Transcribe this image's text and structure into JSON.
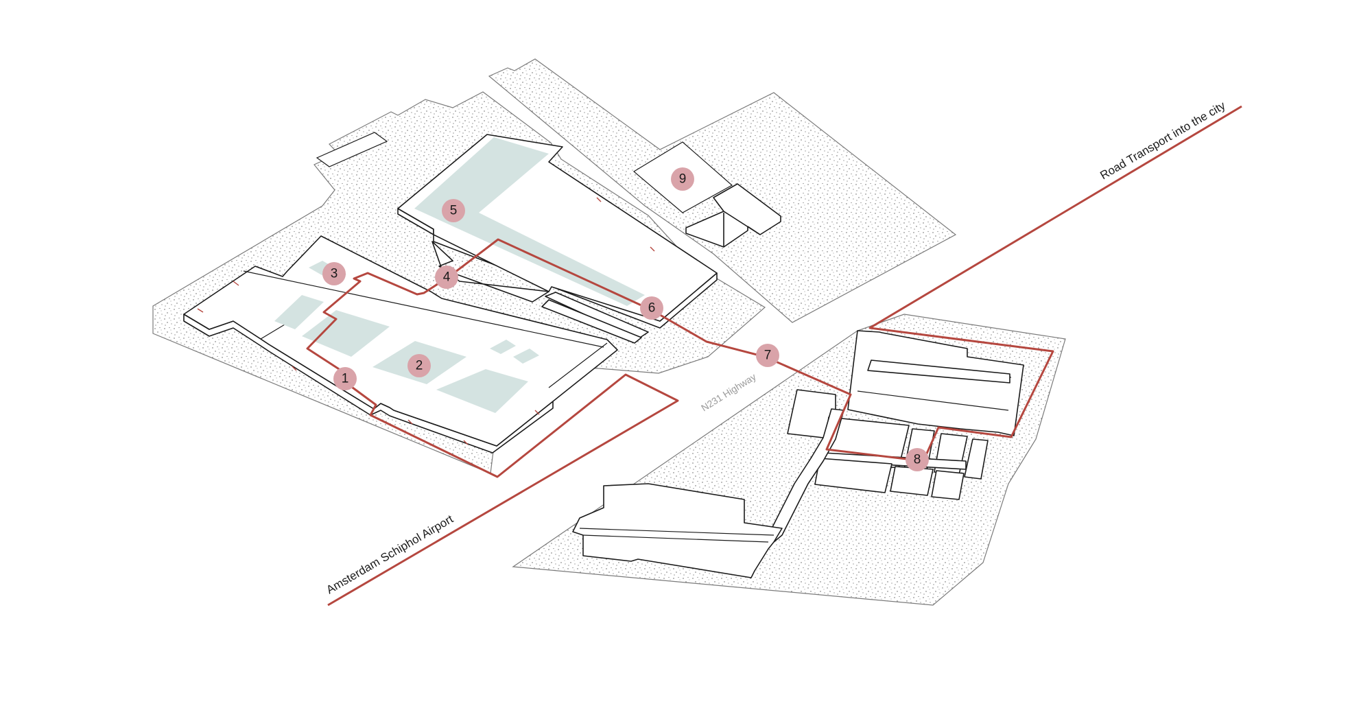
{
  "labels": {
    "airport": "Amsterdam Schiphol Airport",
    "road": "Road Transport into the city",
    "highway": "N231 Highway"
  },
  "markers": [
    "1",
    "2",
    "3",
    "4",
    "5",
    "6",
    "7",
    "8",
    "9"
  ],
  "colors": {
    "route": "#b5473f",
    "marker": "#d9a3a9",
    "court": "#d4e3e1",
    "outline": "#1a1a1a",
    "ground_line": "#7a7a7a",
    "highway_label": "#9a9a9a"
  }
}
